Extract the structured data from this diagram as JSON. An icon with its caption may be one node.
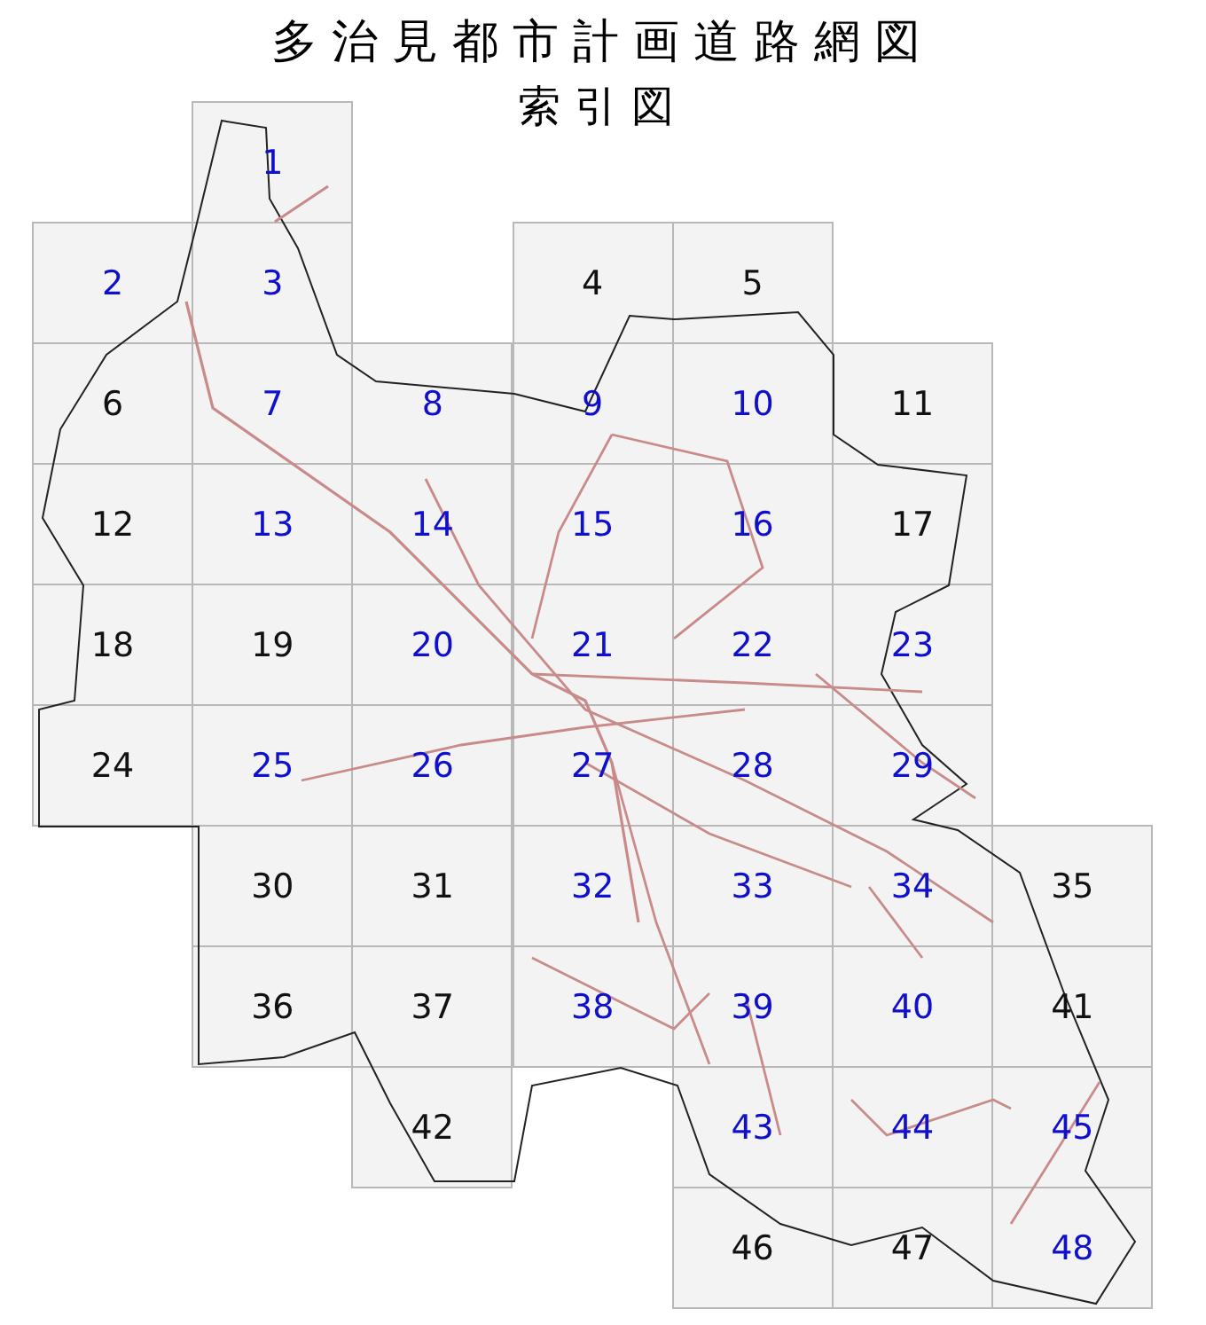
{
  "diagram": {
    "title": "多治見都市計画道路網図",
    "nodes": [
      {
        "text": [
          "1"
        ]
      },
      {
        "text": [
          "2"
        ]
      },
      {
        "text": [
          "3"
        ]
      },
      {
        "text": [
          "4"
        ]
      },
      {
        "text": [
          "5"
        ]
      },
      {
        "text": [
          "6"
        ]
      },
      {
        "text": [
          "7"
        ]
      },
      {
        "text": [
          "8"
        ]
      },
      {
        "text": [
          "9"
        ]
      },
      {
        "text": [
          "10"
        ]
      },
      {
        "text": [
          "11"
        ]
      },
      {
        "text": [
          "12"
        ]
      },
      {
        "text": [
          "13"
        ]
      },
      {
        "text": [
          "14"
        ]
      },
      {
        "text": [
          "15"
        ]
      },
      {
        "text": [
          "16"
        ]
      },
      {
        "text": [
          "17"
        ]
      },
      {
        "text": [
          "18"
        ]
      },
      {
        "text": [
          "19"
        ]
      },
      {
        "text": [
          "20"
        ]
      },
      {
        "text": [
          "21"
        ]
      },
      {
        "text": [
          "22"
        ]
      },
      {
        "text": [
          "23"
        ]
      },
      {
        "text": [
          "24"
        ]
      },
      {
        "text": [
          "25"
        ]
      },
      {
        "text": [
          "26"
        ]
      },
      {
        "text": [
          "27"
        ]
      },
      {
        "text": [
          "28"
        ]
      },
      {
        "text": [
          "29"
        ]
      },
      {
        "text": [
          "30"
        ]
      },
      {
        "text": [
          "31"
        ]
      },
      {
        "text": [
          "32"
        ]
      },
      {
        "text": [
          "33"
        ]
      },
      {
        "text": [
          "34"
        ]
      },
      {
        "text": [
          "35"
        ]
      },
      {
        "text": [
          "36"
        ]
      },
      {
        "text": [
          "37"
        ]
      },
      {
        "text": [
          "38"
        ]
      },
      {
        "text": [
          "39"
        ]
      },
      {
        "text": [
          "40"
        ]
      },
      {
        "text": [
          "41"
        ]
      },
      {
        "text": [
          "42"
        ]
      },
      {
        "text": [
          "43"
        ]
      },
      {
        "text": [
          "44"
        ]
      },
      {
        "text": [
          "45"
        ]
      },
      {
        "text": [
          "46"
        ]
      },
      {
        "text": [
          "47"
        ]
      },
      {
        "text": [
          "48"
        ]
      }
    ],
    "labels": [
      "索引図"
    ]
  }
}
